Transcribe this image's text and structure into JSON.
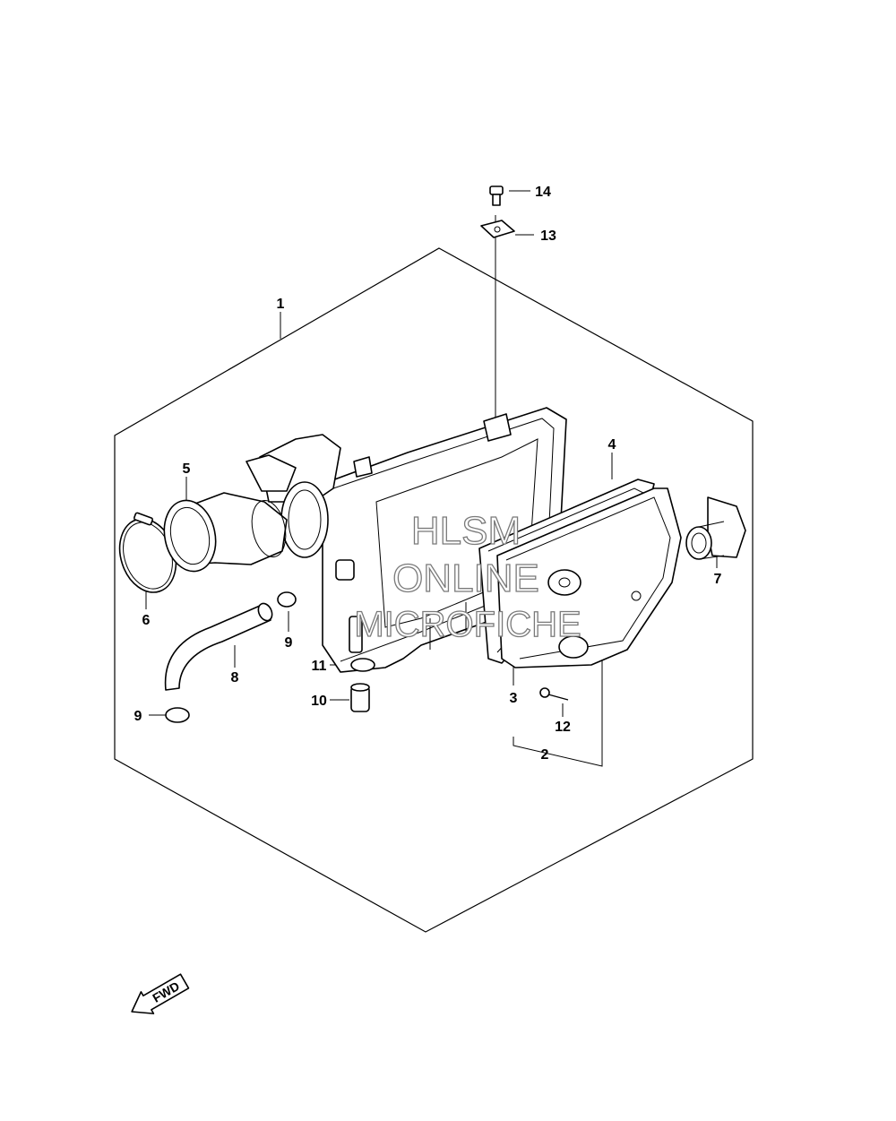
{
  "callouts": {
    "c1": "1",
    "c2": "2",
    "c3": "3",
    "c4": "4",
    "c5": "5",
    "c6": "6",
    "c7": "7",
    "c8": "8",
    "c9a": "9",
    "c9b": "9",
    "c10": "10",
    "c11": "11",
    "c12": "12",
    "c13": "13",
    "c14": "14"
  },
  "watermark": {
    "line1": "HLSM",
    "line2": "ONLINE",
    "line3": "MICROFICHE"
  },
  "direction": {
    "label": "FWD"
  }
}
